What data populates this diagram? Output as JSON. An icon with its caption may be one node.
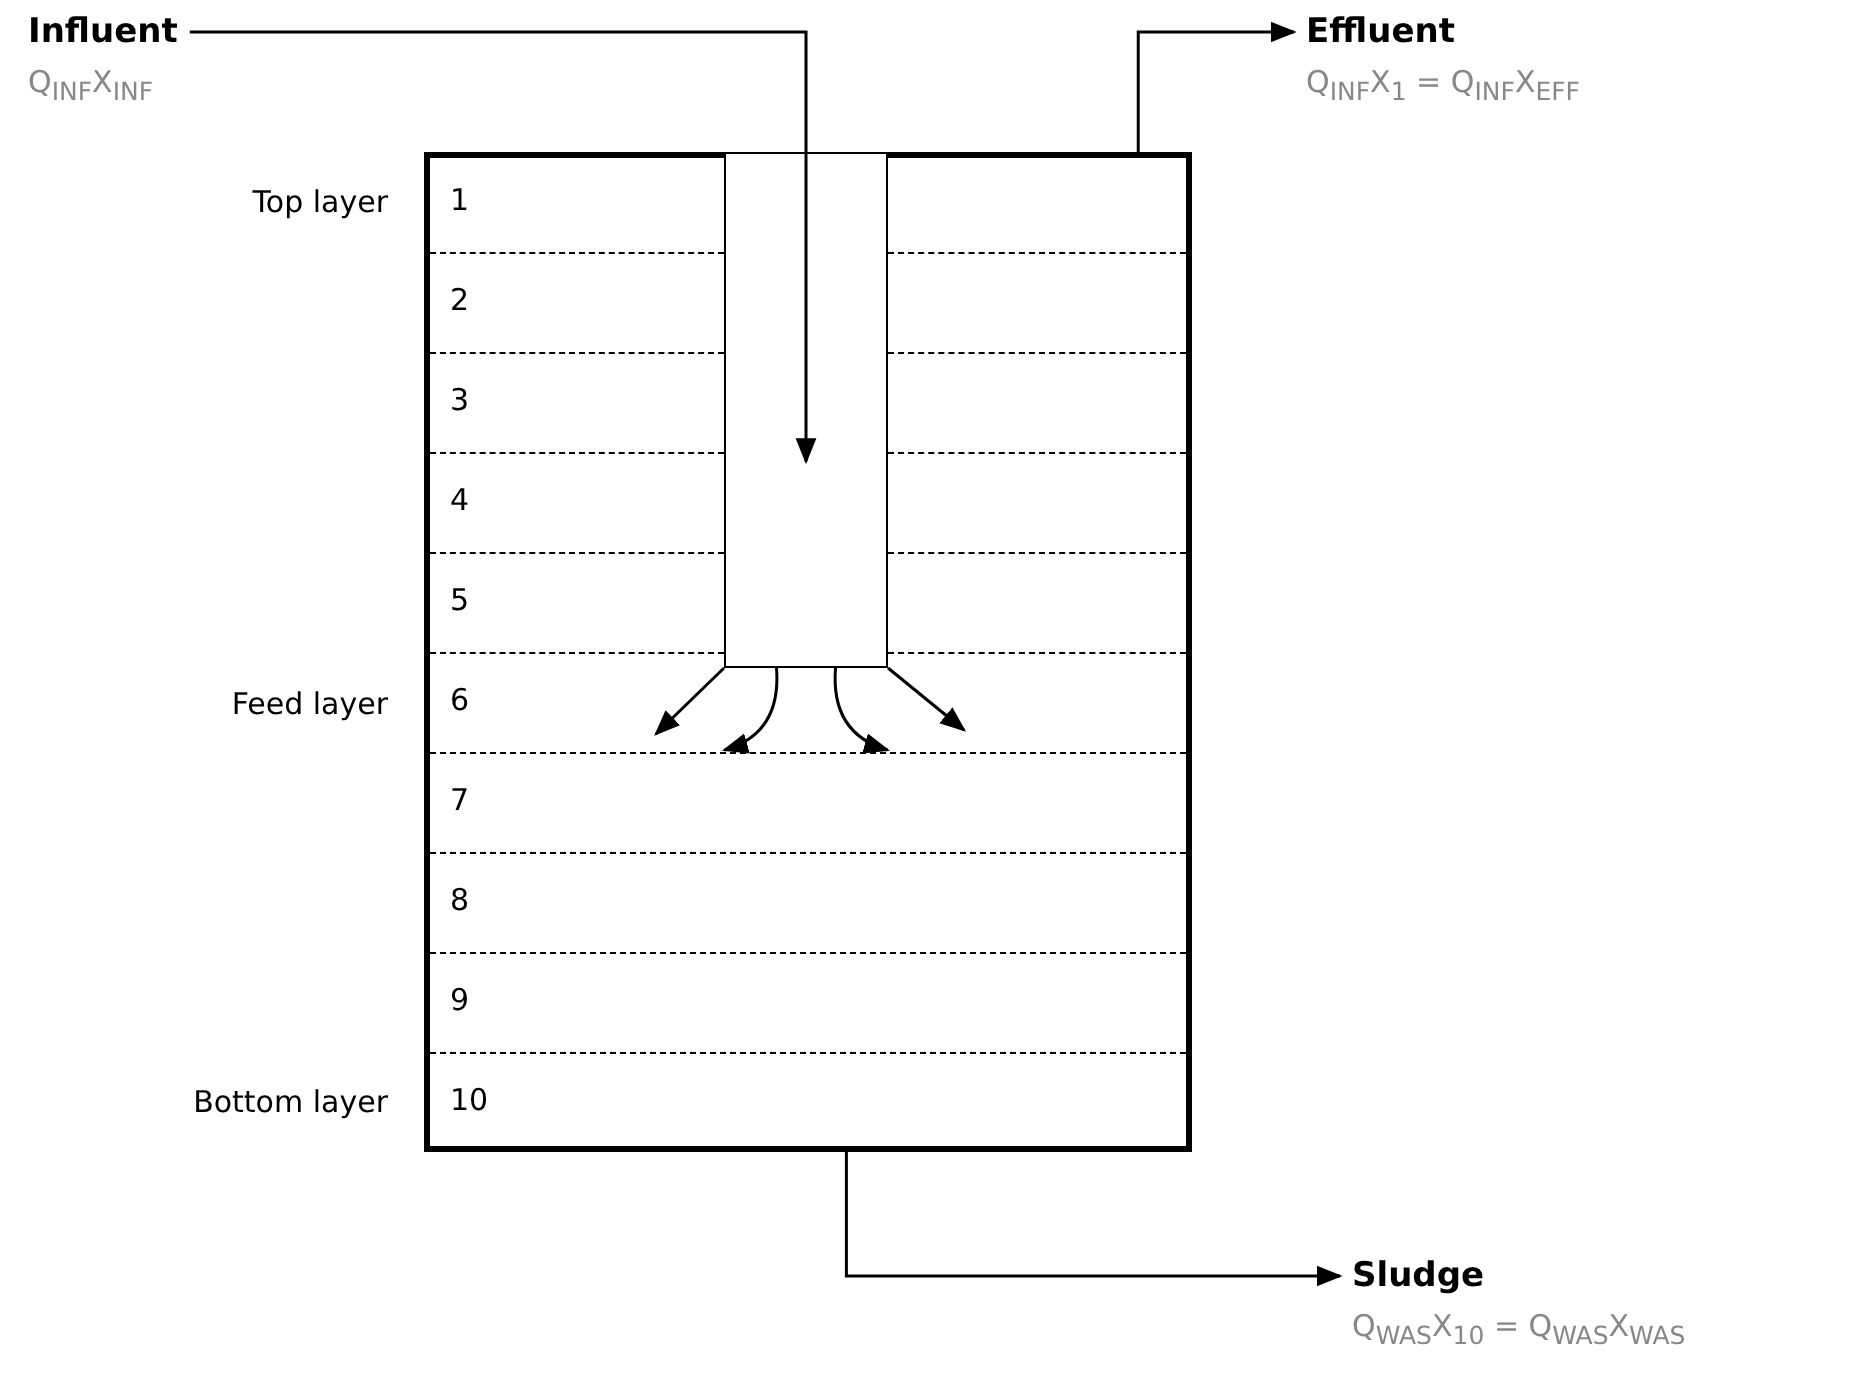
{
  "diagram": {
    "nodes": [
      {
        "text": [
          "Influent"
        ],
        "beside": [
          "Q$_{INF}$X$_{INF}$"
        ]
      },
      {
        "text": [],
        "shape": "box"
      },
      {
        "text": [],
        "shape": "box",
        "in": 1
      },
      {
        "text": [
          "1"
        ],
        "in": 1
      },
      {
        "text": [
          "2"
        ],
        "in": 1
      },
      {
        "text": [
          "3"
        ],
        "in": 1
      },
      {
        "text": [
          "4"
        ],
        "in": 1
      },
      {
        "text": [
          "5"
        ],
        "in": 1
      },
      {
        "text": [
          "6"
        ],
        "in": 1
      },
      {
        "text": [
          "7"
        ],
        "in": 1
      },
      {
        "text": [
          "8"
        ],
        "in": 1
      },
      {
        "text": [
          "9"
        ],
        "in": 1
      },
      {
        "text": [
          "10"
        ],
        "in": 1
      },
      {
        "text": [
          "Effluent"
        ],
        "beside": [
          "Q$_{INF}$X$_{1}$ = Q$_{INF}$X$_{EFF}$"
        ]
      },
      {
        "text": [
          "Sludge"
        ],
        "beside": [
          "Q$_{WAS}$X$_{10}$ = Q$_{WAS}$X$_{WAS}$"
        ]
      }
    ],
    "edges": [
      {
        "from": 0,
        "to": 2,
        "arrow": "to"
      },
      {
        "from": 1,
        "to": 13,
        "arrow": "to"
      },
      {
        "from": 1,
        "to": 14,
        "arrow": "to"
      },
      {
        "from": 2,
        "to": null,
        "arrow": "to"
      },
      {
        "from": 2,
        "to": null,
        "arrow": "to"
      },
      {
        "from": 2,
        "to": null,
        "arrow": "to"
      },
      {
        "from": 2,
        "to": null,
        "arrow": "to"
      }
    ],
    "labels": [
      "Top layer",
      "Feed layer",
      "Bottom layer"
    ]
  }
}
